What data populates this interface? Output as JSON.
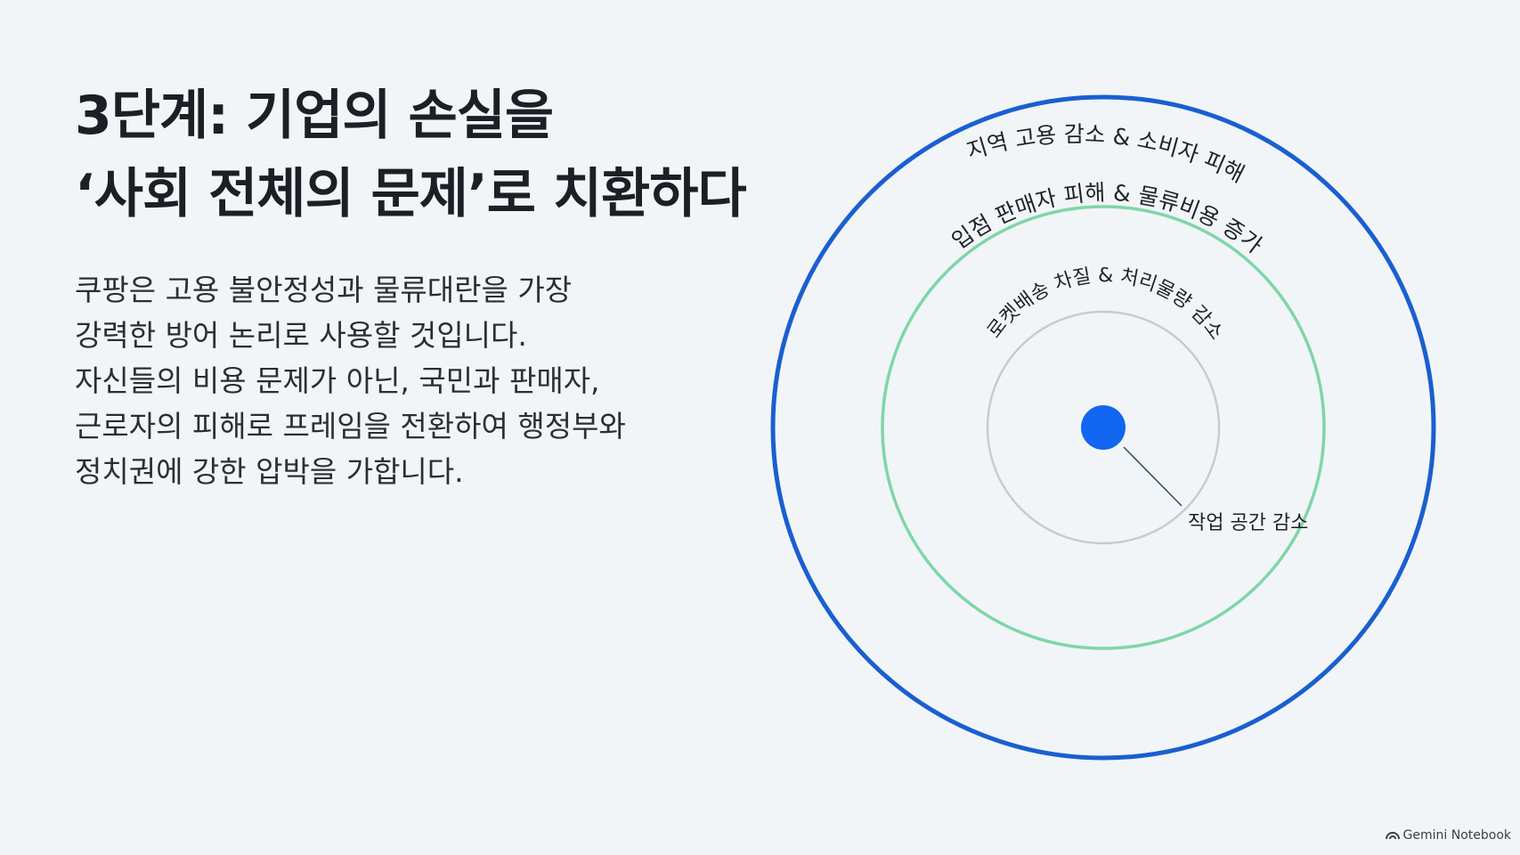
{
  "title": {
    "line1": "3단계: 기업의 손실을",
    "line2": "‘사회 전체의 문제’로 치환하다"
  },
  "body": {
    "lines": [
      "쿠팡은 고용 불안정성과 물류대란을 가장",
      "강력한 방어 논리로 사용할 것입니다.",
      "자신들의 비용 문제가 아닌, 국민과 판매자,",
      "근로자의 피해로 프레임을 전환하여 행정부와",
      "정치권에 강한 압박을 가합니다."
    ]
  },
  "diagram": {
    "rings": [
      {
        "label": "지역 고용 감소 & 소비자 피해",
        "color": "#1a5fd1"
      },
      {
        "label": "입점 판매자 피해 & 물류비용 증가",
        "color": "#7fd6a8"
      },
      {
        "label": "로켓배송 차질 & 처리물량 감소",
        "color": "#c8cbcf"
      }
    ],
    "center_color": "#1266f0",
    "pointer_label": "작업 공간 감소"
  },
  "footer": {
    "brand": "Gemini Notebook"
  }
}
